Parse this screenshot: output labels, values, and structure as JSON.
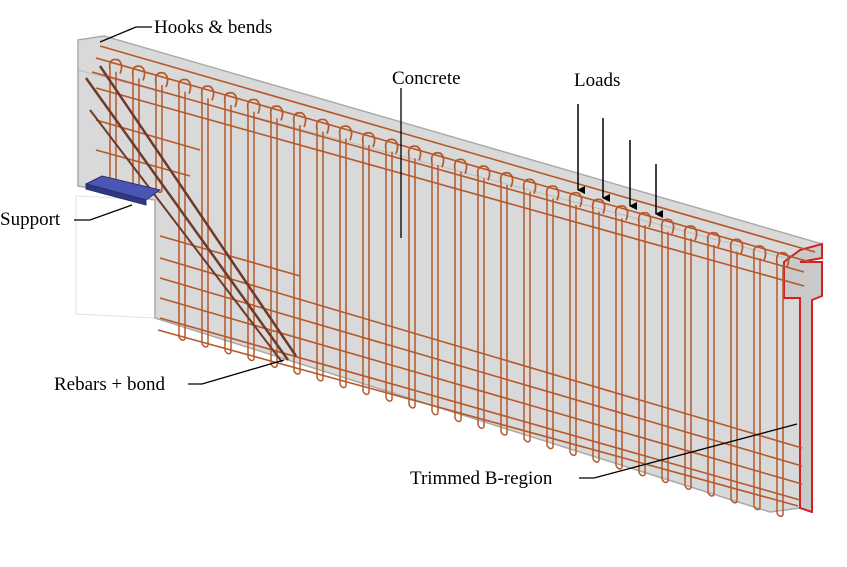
{
  "labels": {
    "hooks": "Hooks & bends",
    "concrete": "Concrete",
    "loads": "Loads",
    "support": "Support",
    "rebars": "Rebars + bond",
    "trimmed": "Trimmed B-region"
  },
  "colors": {
    "concrete_fill": "#d9d9d9",
    "concrete_edge": "#a8a8a8",
    "rebar": "#b5582a",
    "diagonal_bar": "#6e3a2a",
    "support_plate": "#4a55b5",
    "cut_face": "#c9c9c9",
    "cut_edge": "#d42020",
    "leader": "#000000"
  },
  "icons": {
    "load_arrow": "down-arrow-icon"
  }
}
